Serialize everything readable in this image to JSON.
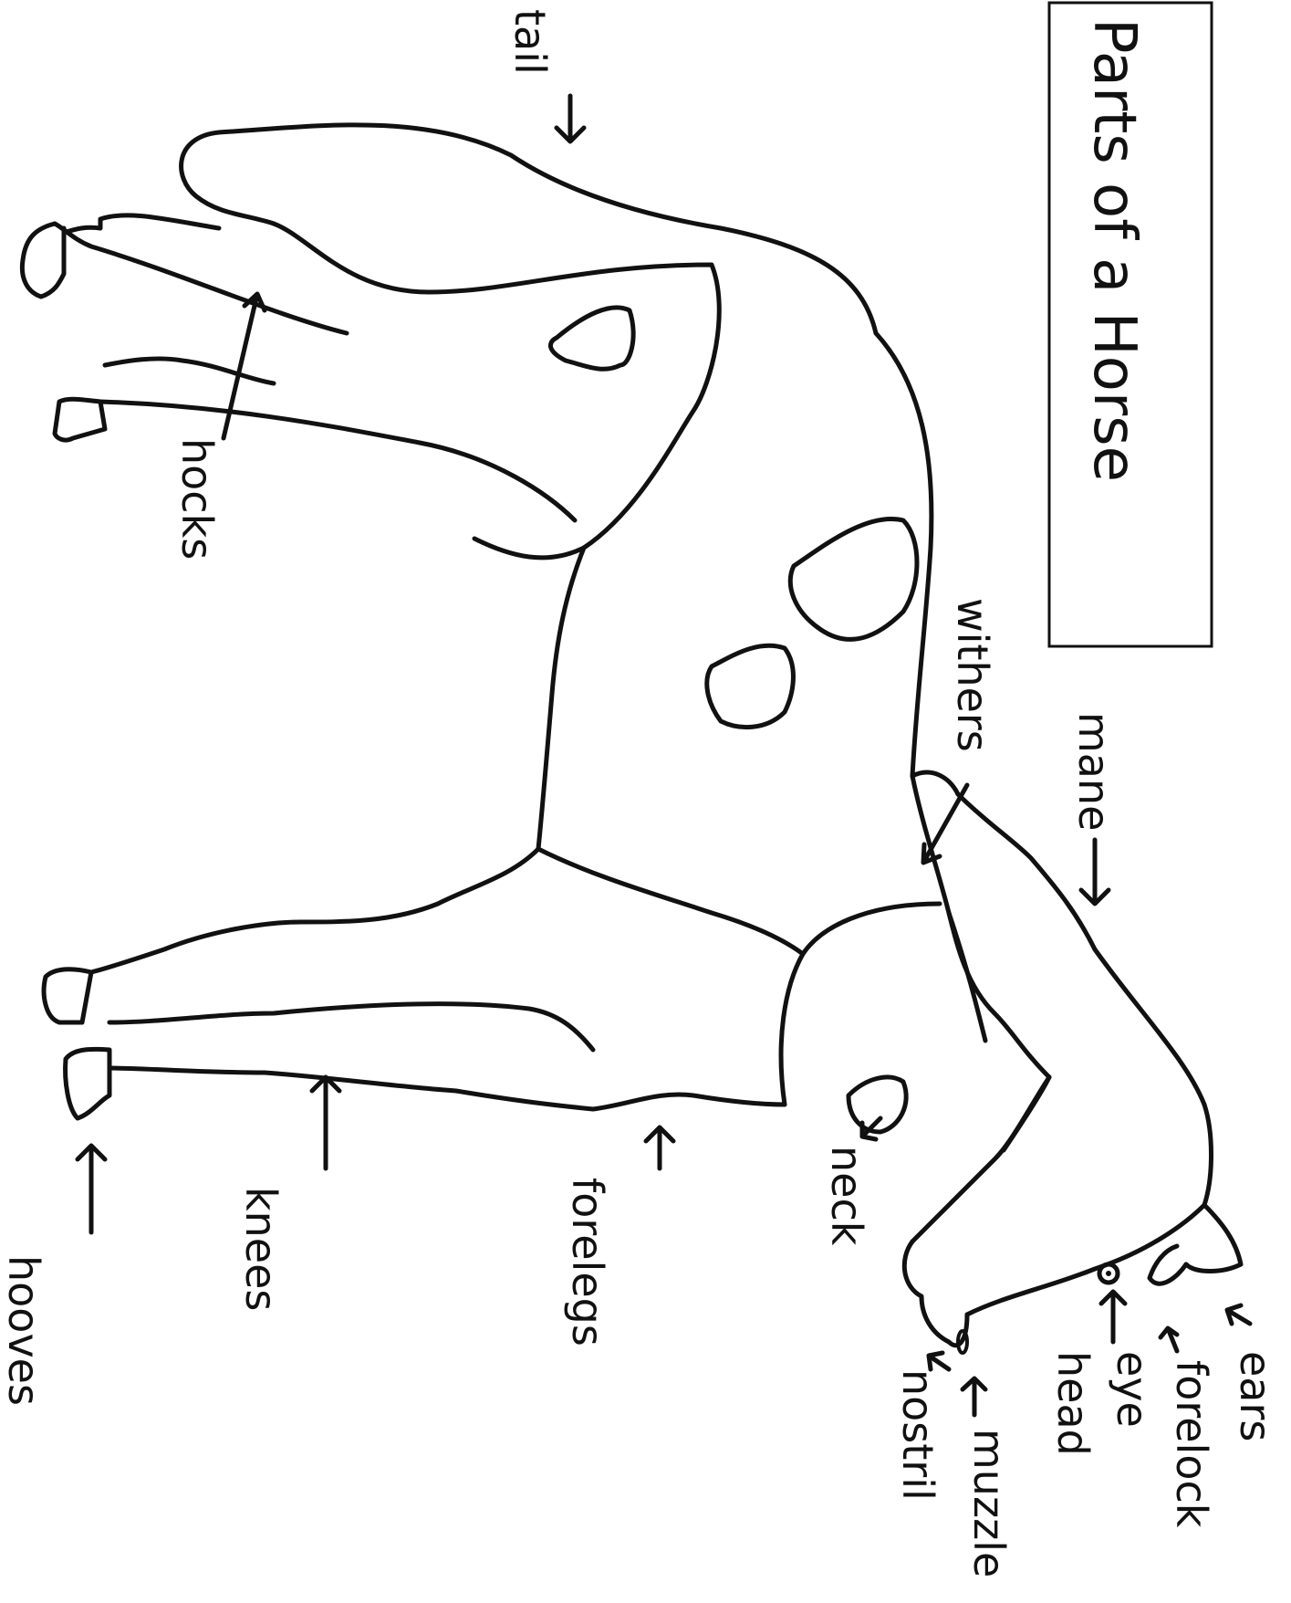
{
  "title": "Parts of a Horse",
  "labels": {
    "tail": "tail",
    "hocks": "hocks",
    "withers": "withers",
    "mane": "mane",
    "neck": "neck",
    "forelegs": "forelegs",
    "knees": "knees",
    "hooves": "hooves",
    "ears": "ears",
    "forelock": "forelock",
    "eye": "eye",
    "head": "head",
    "muzzle": "muzzle",
    "nostril": "nostril"
  }
}
